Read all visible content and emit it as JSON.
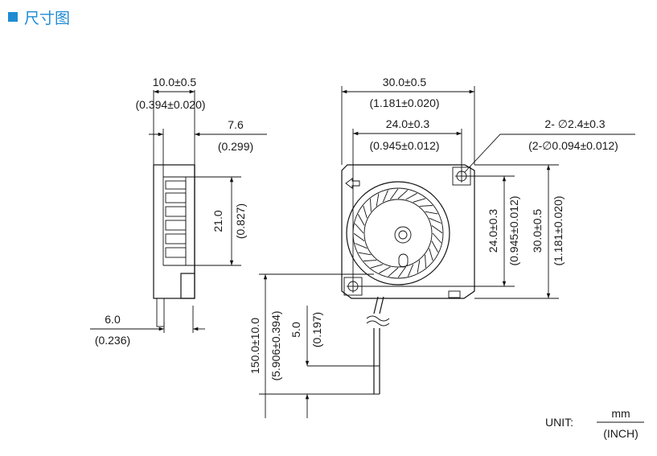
{
  "heading": {
    "title": "尺寸图",
    "accent": "#1f8bd3"
  },
  "side_view": {
    "width_mm": "10.0±0.5",
    "width_in": "(0.394±0.020)",
    "depth_mm": "7.6",
    "depth_in": "(0.299)",
    "height_mm": "21.0",
    "height_in": "(0.827)",
    "pin_mm": "6.0",
    "pin_in": "(0.236)"
  },
  "front_view": {
    "outer_mm": "30.0±0.5",
    "outer_in": "(1.181±0.020)",
    "hole_pitch_mm": "24.0±0.3",
    "hole_pitch_in": "(0.945±0.012)",
    "hole_dia_mm": "2- ∅2.4±0.3",
    "hole_dia_in": "(2-∅0.094±0.012)",
    "v_pitch_mm": "24.0±0.3",
    "v_pitch_in": "(0.945±0.012)",
    "v_outer_mm": "30.0±0.5",
    "v_outer_in": "(1.181±0.020)"
  },
  "lead": {
    "length_mm": "150.0±10.0",
    "length_in": "(5.906±0.394)",
    "strip_mm": "5.0",
    "strip_in": "(0.197)"
  },
  "unit": {
    "label": "UNIT:",
    "top": "mm",
    "bottom": "(INCH)"
  }
}
